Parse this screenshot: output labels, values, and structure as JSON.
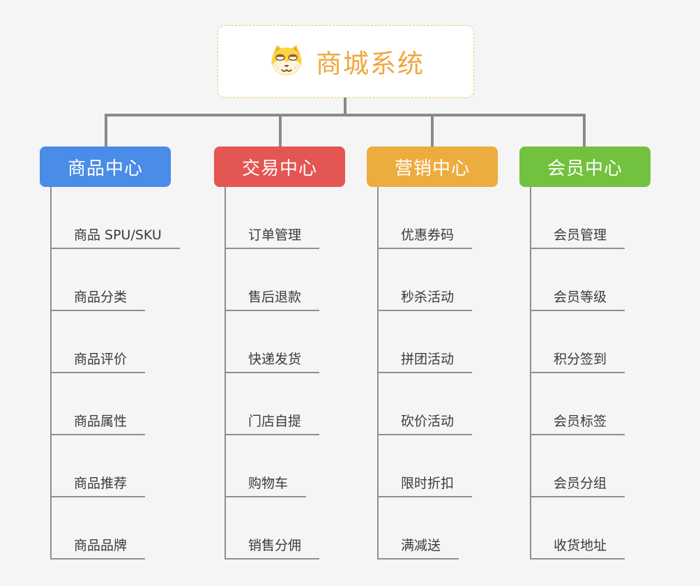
{
  "app": {
    "background_color": "#f5f5f5",
    "connector_color": "#8a8a8a"
  },
  "root": {
    "label": "商城系统",
    "icon": "shiba-dog-icon",
    "text_color": "#f0a73d",
    "border_color": "#f3c678"
  },
  "branches": [
    {
      "label": "商品中心",
      "color": "#4a8ce8",
      "children": [
        "商品 SPU/SKU",
        "商品分类",
        "商品评价",
        "商品属性",
        "商品推荐",
        "商品品牌"
      ]
    },
    {
      "label": "交易中心",
      "color": "#e45651",
      "children": [
        "订单管理",
        "售后退款",
        "快递发货",
        "门店自提",
        "购物车",
        "销售分佣"
      ]
    },
    {
      "label": "营销中心",
      "color": "#edac3e",
      "children": [
        "优惠券码",
        "秒杀活动",
        "拼团活动",
        "砍价活动",
        "限时折扣",
        "满减送"
      ]
    },
    {
      "label": "会员中心",
      "color": "#72c13f",
      "children": [
        "会员管理",
        "会员等级",
        "积分签到",
        "会员标签",
        "会员分组",
        "收货地址"
      ]
    }
  ]
}
